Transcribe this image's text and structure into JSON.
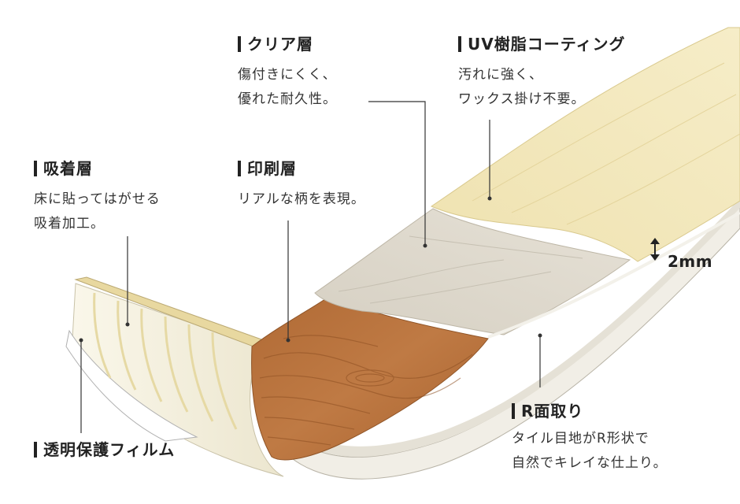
{
  "labels": {
    "clear_layer": {
      "title": "クリア層",
      "desc": [
        "傷付きにくく、",
        "優れた耐久性。"
      ]
    },
    "uv_coating": {
      "title": "UV樹脂コーティング",
      "desc": [
        "汚れに強く、",
        "ワックス掛け不要。"
      ]
    },
    "adhesive_layer": {
      "title": "吸着層",
      "desc": [
        "床に貼ってはがせる",
        "吸着加工。"
      ]
    },
    "print_layer": {
      "title": "印刷層",
      "desc": [
        "リアルな柄を表現。"
      ]
    },
    "protective_film": {
      "title": "透明保護フィルム"
    },
    "r_edge": {
      "title": "R面取り",
      "desc": [
        "タイル目地がR形状で",
        "自然でキレイな仕上り。"
      ]
    }
  },
  "thickness": "2mm",
  "colors": {
    "uv_top": "#f2e6b6",
    "clear_top": "#ddd8cc",
    "print_top": "#b5703c",
    "underside": "#e9e2c8",
    "film": "#f5f5f2",
    "leader": "#333333"
  }
}
